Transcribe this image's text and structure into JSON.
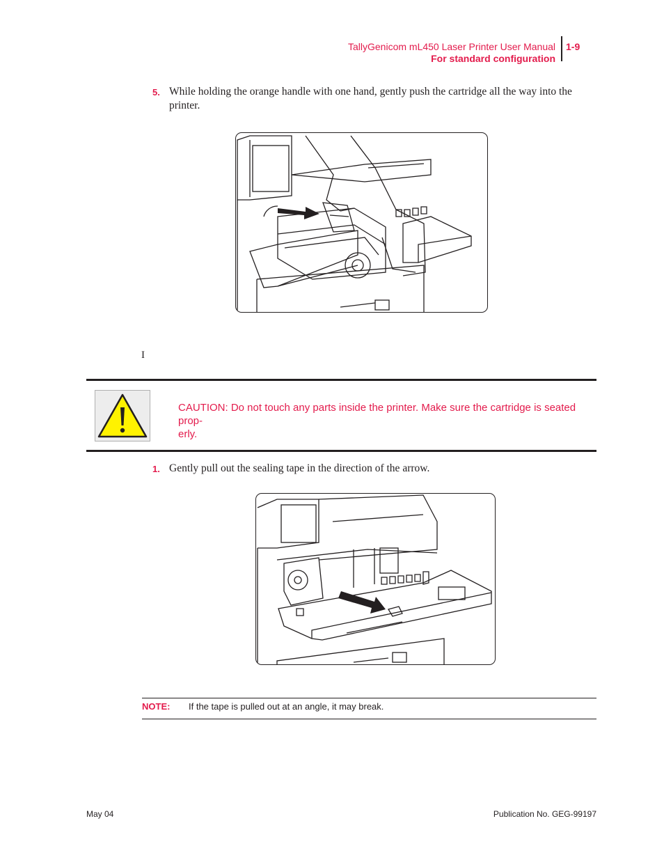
{
  "header": {
    "manual_title": "TallyGenicom mL450 Laser Printer User Manual",
    "section": "For standard configuration",
    "page_number": "1-9"
  },
  "steps": [
    {
      "number": "5.",
      "text_line1": "While holding the orange handle with one hand, gently push the cartridge all the way into the",
      "text_line2": "printer."
    },
    {
      "number": "1.",
      "text": "Gently pull out the sealing tape in the direction of the arrow."
    }
  ],
  "stray_char": "I",
  "caution": {
    "icon": "warning-triangle-icon",
    "line1": "CAUTION: Do not touch any parts inside the printer. Make sure the cartridge is seated prop-",
    "line2": "erly."
  },
  "note": {
    "label": "NOTE:",
    "text": "If the tape is pulled out at an angle, it may break."
  },
  "footer": {
    "date": "May 04",
    "publication": "Publication No. GEG-99197"
  },
  "colors": {
    "accent": "#e31b4c",
    "text": "#231f20",
    "warning_yellow": "#fff200"
  }
}
